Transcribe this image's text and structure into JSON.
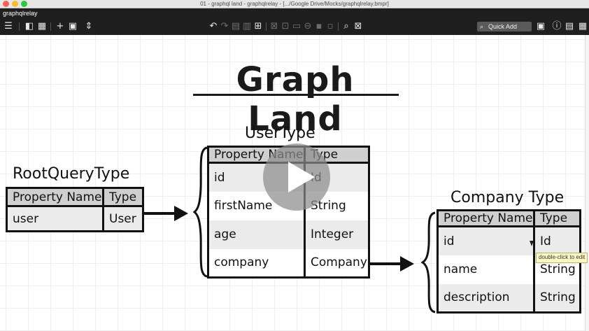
{
  "window": {
    "title": "01 - graphql land - graphqlrelay - [.../Google Drive/Mocks/graphqlrelay.bmpr]"
  },
  "app": {
    "tab_name": "graphqlrelay",
    "quick_add": {
      "icon": "search-icon",
      "label": "Quick Add"
    }
  },
  "canvas": {
    "title": "Graph Land",
    "root_query": {
      "label": "RootQueryType",
      "headers": [
        "Property Name",
        "Type"
      ],
      "rows": [
        [
          "user",
          "User"
        ]
      ]
    },
    "user_type": {
      "label": "UserType",
      "headers": [
        "Property Name",
        "Type"
      ],
      "rows": [
        [
          "id",
          "Id"
        ],
        [
          "firstName",
          "String"
        ],
        [
          "age",
          "Integer"
        ],
        [
          "company",
          "Company"
        ]
      ]
    },
    "company_type": {
      "label": "Company Type",
      "headers": [
        "Property Name",
        "Type"
      ],
      "rows": [
        [
          "id",
          "Id"
        ],
        [
          "name",
          "String"
        ],
        [
          "description",
          "String"
        ]
      ]
    },
    "tooltip": "double-click to edit"
  }
}
